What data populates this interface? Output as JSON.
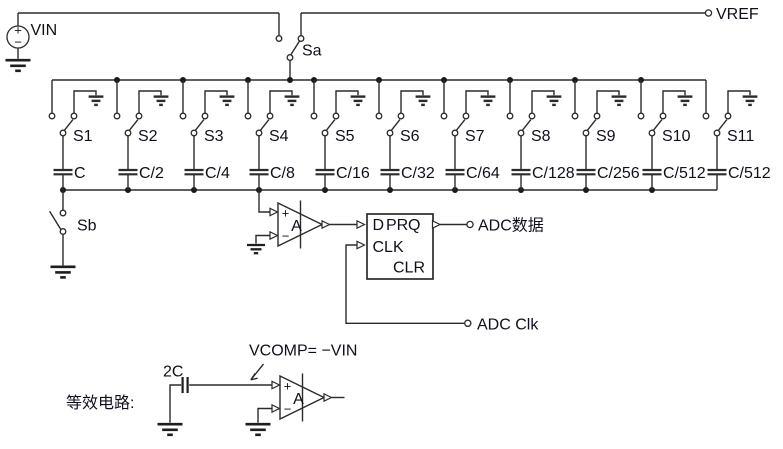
{
  "source": {
    "label": "VIN",
    "plus": "+",
    "minus": "−"
  },
  "vref_label": "VREF",
  "sa_label": "Sa",
  "sb_label": "Sb",
  "units": [
    {
      "switch": "S1",
      "cap": "C"
    },
    {
      "switch": "S2",
      "cap": "C/2"
    },
    {
      "switch": "S3",
      "cap": "C/4"
    },
    {
      "switch": "S4",
      "cap": "C/8"
    },
    {
      "switch": "S5",
      "cap": "C/16"
    },
    {
      "switch": "S6",
      "cap": "C/32"
    },
    {
      "switch": "S7",
      "cap": "C/64"
    },
    {
      "switch": "S8",
      "cap": "C/128"
    },
    {
      "switch": "S9",
      "cap": "C/256"
    },
    {
      "switch": "S10",
      "cap": "C/512"
    },
    {
      "switch": "S11",
      "cap": "C/512"
    }
  ],
  "comparator": {
    "plus": "+",
    "minus": "−",
    "gain": "A"
  },
  "flipflop": {
    "d": "D",
    "pr": "PR",
    "q": "Q",
    "clk": "CLK",
    "clr": "CLR"
  },
  "terminals": {
    "adc_data": "ADC数据",
    "adc_clk": "ADC Clk"
  },
  "equivalent": {
    "title": "等效电路:",
    "cap": "2C",
    "annotation": "VCOMP= −VIN",
    "plus": "+",
    "minus": "−",
    "gain": "A"
  },
  "colors": {
    "line": "#2b2b2b",
    "text": "#10101c",
    "background": "#ffffff"
  }
}
